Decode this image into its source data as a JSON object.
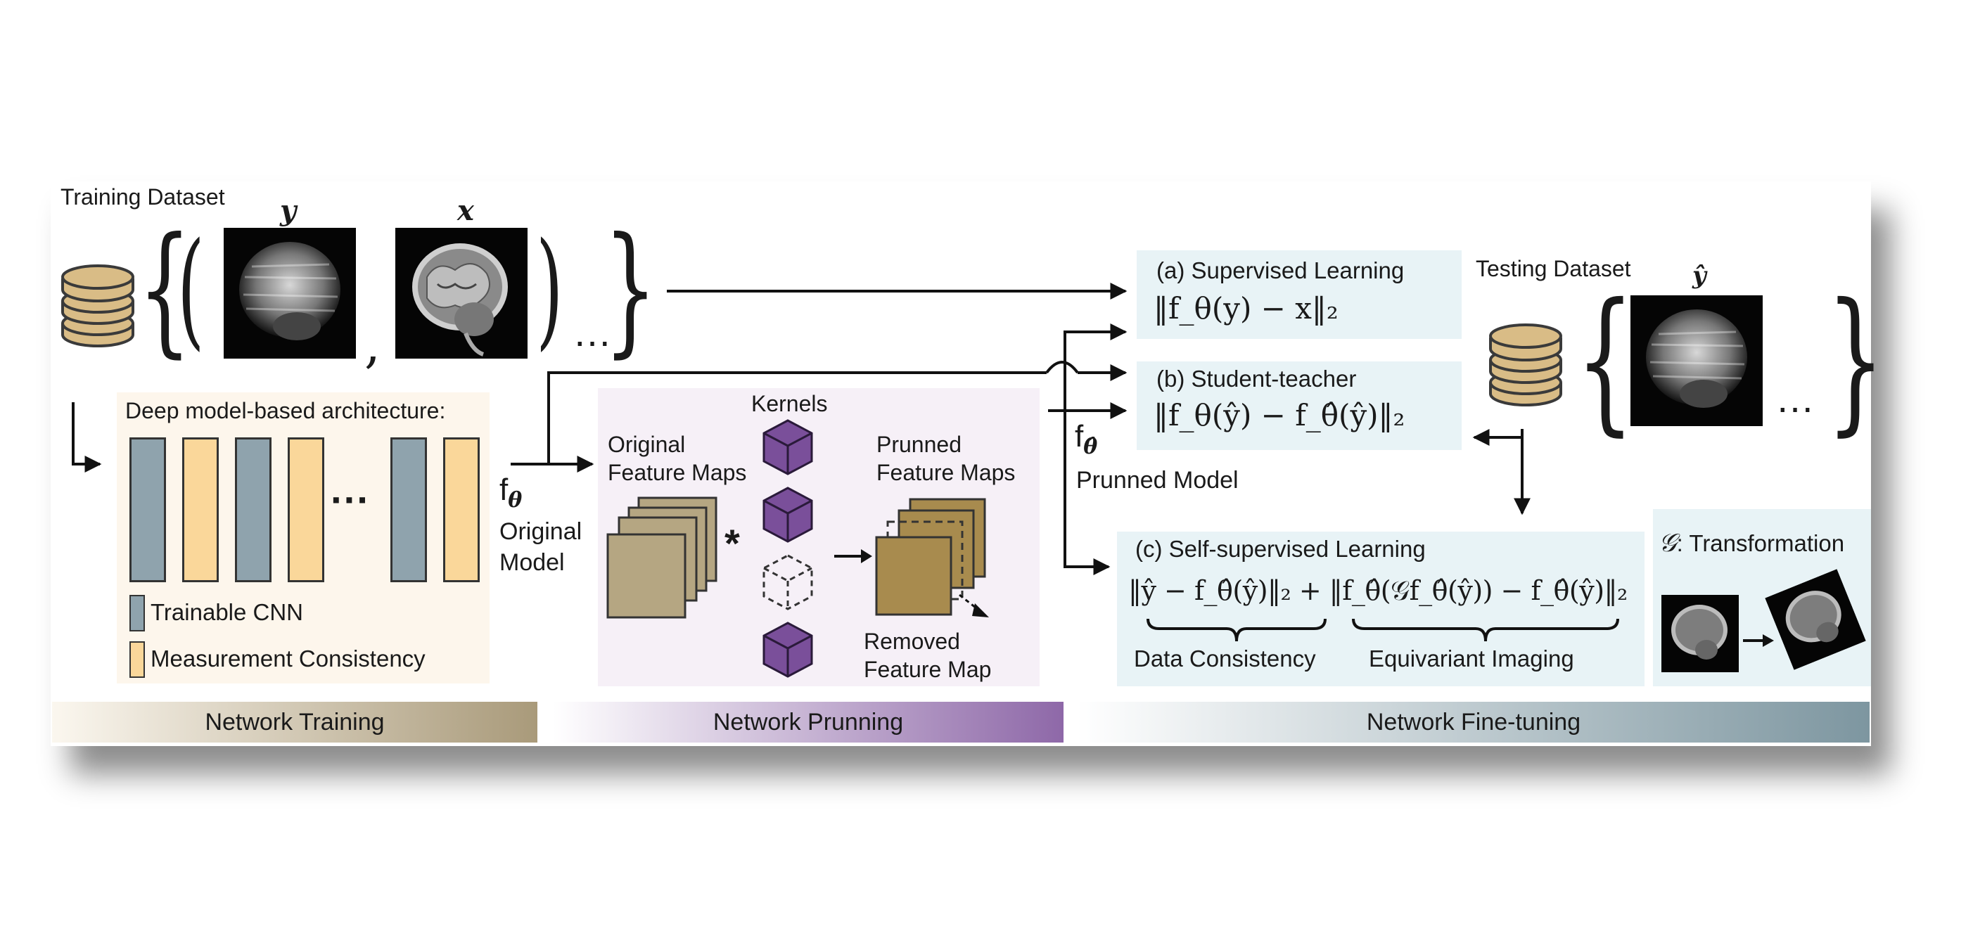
{
  "training": {
    "dataset_label": "Training Dataset",
    "y_label": "y",
    "x_label": "x",
    "comma": ",",
    "ellipsis": "…",
    "architecture_title": "Deep model-based architecture:",
    "legend_cnn": "Trainable CNN",
    "legend_mc": "Measurement Consistency",
    "f_theta": "f",
    "f_theta_sub": "θ",
    "original_model_label": "Original\nModel",
    "stage_label": "Network Training"
  },
  "pruning": {
    "kernels_label": "Kernels",
    "original_maps_label": "Original\nFeature Maps",
    "pruned_maps_label": "Prunned\nFeature Maps",
    "removed_map_label": "Removed\nFeature Map",
    "conv_symbol": "*",
    "f_hat": "f",
    "f_hat_sub": "θ̂",
    "pruned_model_label": "Prunned Model",
    "stage_label": "Network Prunning"
  },
  "finetuning": {
    "supervised_title": "(a) Supervised Learning",
    "supervised_formula": "‖f_θ(y) − x‖₂",
    "student_title": "(b) Student-teacher",
    "student_formula": "‖f_θ(ŷ) − f_θ̂(ŷ)‖₂",
    "self_title": "(c) Self-supervised Learning",
    "self_formula": "‖ŷ − f_θ̂(ŷ)‖₂ + ‖f_θ̂(𝒢f_θ̂(ŷ)) − f_θ̂(ŷ)‖₂",
    "data_consistency_label": "Data Consistency",
    "equivariant_label": "Equivariant Imaging",
    "testing_dataset_label": "Testing Dataset",
    "y_hat_label": "ŷ",
    "ellipsis": "…",
    "transformation_label": ": Transformation",
    "transformation_symbol": "𝒢",
    "stage_label": "Network Fine-tuning"
  },
  "colors": {
    "cnn_block": "#8fa3ad",
    "mc_block": "#fad79a",
    "kernel_purple": "#7a4f9a",
    "feature_map": "#b5a682",
    "pruned_map": "#a88b4e",
    "database": "#d9bc86",
    "arch_bg": "#fdf6ec",
    "pruning_bg": "#f6f0f7",
    "finetune_bg": "#e8f3f6"
  }
}
